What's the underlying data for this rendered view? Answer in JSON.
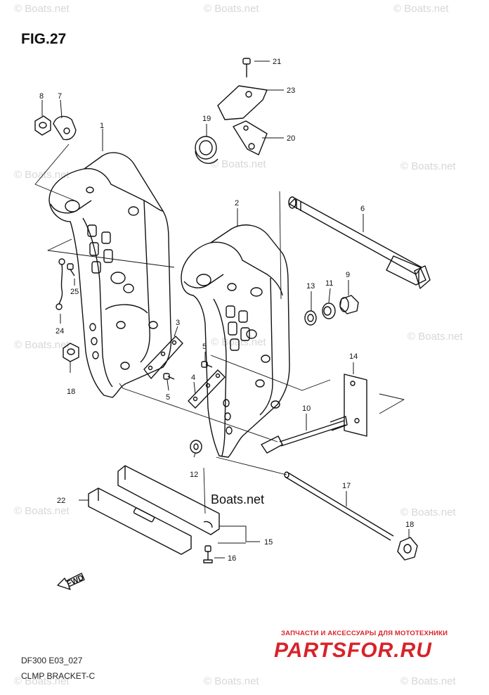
{
  "figure": {
    "title": "FIG.27",
    "model_code": "DF300 E03_027",
    "part_name": "CLMP BRACKET-C"
  },
  "watermark": {
    "text": "© Boats.net",
    "main_text": "Boats.net"
  },
  "store": {
    "tagline": "ЗАПЧАСТИ И АКСЕССУАРЫ ДЛЯ МОТОТЕХНИКИ",
    "logo": "PARTSFOR.RU",
    "brand_color": "#d8232a"
  },
  "fwd_label": "FWD",
  "callouts": [
    "1",
    "2",
    "3",
    "4",
    "5",
    "5",
    "6",
    "7",
    "8",
    "9",
    "10",
    "11",
    "12",
    "13",
    "14",
    "15",
    "16",
    "17",
    "18",
    "18",
    "19",
    "20",
    "21",
    "22",
    "23",
    "24",
    "25"
  ]
}
